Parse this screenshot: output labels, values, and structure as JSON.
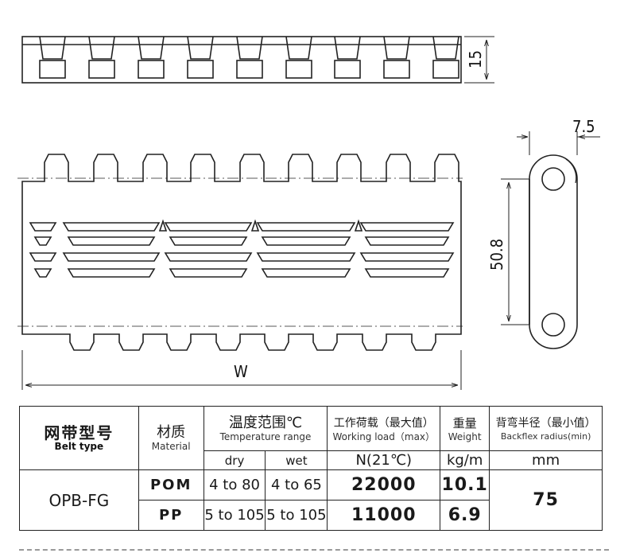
{
  "drawing": {
    "dim_height": "15",
    "dim_pitch": "50.8",
    "dim_thickness": "7.5",
    "dim_width": "W"
  },
  "table": {
    "col_belt_type_zh": "网带型号",
    "col_belt_type_en": "Belt type",
    "col_material_zh": "材质",
    "col_material_en": "Material",
    "col_temp_zh": "温度范围℃",
    "col_temp_en": "Temperature range",
    "col_load_zh": "工作荷载（最大值）",
    "col_load_en": "Working load（max）",
    "col_weight_zh": "重量",
    "col_weight_en": "Weight",
    "col_backflex_zh": "背弯半径（最小值）",
    "col_backflex_en": "Backflex radius(min)",
    "unit_dry": "dry",
    "unit_wet": "wet",
    "unit_load": "N(21℃)",
    "unit_weight": "kg/m",
    "unit_backflex": "mm",
    "belt_type": "OPB-FG",
    "backflex_value": "75",
    "rows": [
      {
        "material": "POM",
        "dry": "4 to 80",
        "wet": "4 to 65",
        "load": "22000",
        "weight": "10.1"
      },
      {
        "material": "PP",
        "dry": "5 to 105",
        "wet": "5 to 105",
        "load": "11000",
        "weight": "6.9"
      }
    ]
  }
}
